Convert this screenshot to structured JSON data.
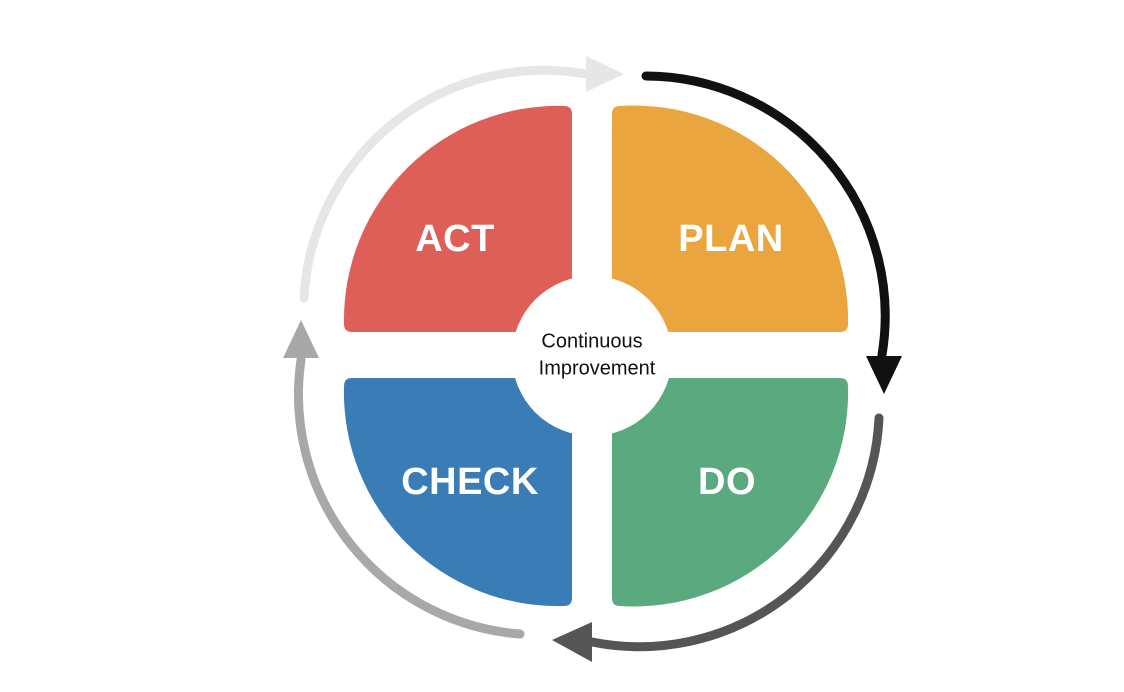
{
  "center": {
    "line1": "Continuous",
    "line2": "Improvement"
  },
  "quadrants": {
    "plan": {
      "label": "PLAN",
      "color": "#EBA53E"
    },
    "do": {
      "label": "DO",
      "color": "#5BAA7F"
    },
    "check": {
      "label": "CHECK",
      "color": "#3A7CB5"
    },
    "act": {
      "label": "ACT",
      "color": "#DE5F58"
    }
  },
  "cycle_arrows": {
    "plan_to_do": "#111111",
    "do_to_check": "#555555",
    "check_to_act": "#A8A8A8",
    "act_to_plan": "#E6E6E6"
  }
}
